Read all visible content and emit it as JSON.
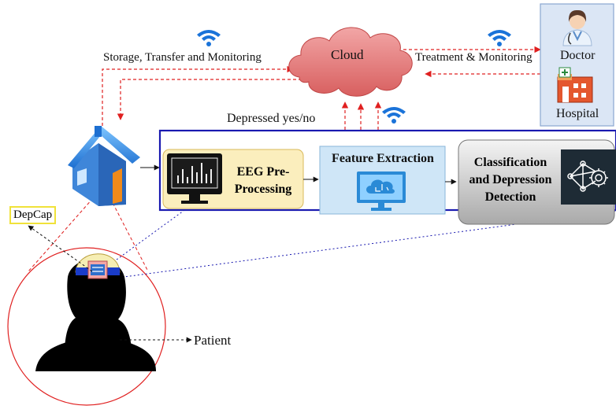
{
  "cloud": {
    "label": "Cloud"
  },
  "links": {
    "storage_label": "Storage, Transfer and Monitoring",
    "treatment_label": "Treatment & Monitoring",
    "depressed_label": "Depressed yes/no"
  },
  "care": {
    "doctor_label": "Doctor",
    "hospital_label": "Hospital"
  },
  "pipeline": {
    "step1": "EEG Pre-Processing",
    "step1_line1": "EEG Pre-",
    "step1_line2": "Processing",
    "step2": "Feature Extraction",
    "step3_line1": "Classification",
    "step3_line2": "and Depression",
    "step3_line3": "Detection"
  },
  "device": {
    "label": "DepCap"
  },
  "patient": {
    "label": "Patient"
  },
  "colors": {
    "arrow_red": "#e02020",
    "pipeline_border": "#1a1ab0",
    "cloud_fill": "#e98686",
    "wifi": "#1a73d9",
    "eeg_box": "#fbeebd",
    "feature_box": "#cfe6f7",
    "classify_box": "#c9c9c9",
    "care_panel": "#dbe6f5"
  },
  "icons": [
    "wifi-icon",
    "cloud-icon",
    "house-icon",
    "doctor-icon",
    "hospital-icon",
    "monitor-chart-icon",
    "cloud-network-icon",
    "neural-network-icon",
    "headband-sensor-icon",
    "patient-silhouette-icon"
  ]
}
